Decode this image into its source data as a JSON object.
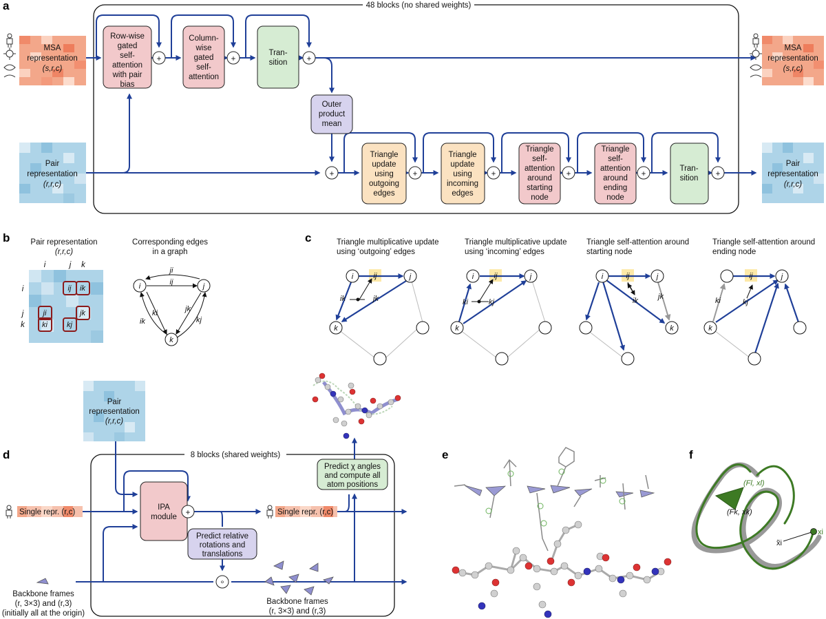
{
  "panels": {
    "a": "a",
    "b": "b",
    "c": "c",
    "d": "d",
    "e": "e",
    "f": "f"
  },
  "panel_a": {
    "container_title": "48 blocks (no shared weights)",
    "msa_in": [
      "MSA",
      "representation",
      "(s,r,c)"
    ],
    "msa_out": [
      "MSA",
      "representation",
      "(s,r,c)"
    ],
    "pair_in": [
      "Pair",
      "representation",
      "(r,r,c)"
    ],
    "pair_out": [
      "Pair",
      "representation",
      "(r,r,c)"
    ],
    "row_attention": [
      "Row-wise",
      "gated",
      "self-",
      "attention",
      "with pair",
      "bias"
    ],
    "col_attention": [
      "Column-",
      "wise",
      "gated",
      "self-",
      "attention"
    ],
    "msa_transition": [
      "Tran-",
      "sition"
    ],
    "outer_product": [
      "Outer",
      "product",
      "mean"
    ],
    "tri_out": [
      "Triangle",
      "update",
      "using",
      "outgoing",
      "edges"
    ],
    "tri_in": [
      "Triangle",
      "update",
      "using",
      "incoming",
      "edges"
    ],
    "tri_att_start": [
      "Triangle",
      "self-",
      "attention",
      "around",
      "starting",
      "node"
    ],
    "tri_att_end": [
      "Triangle",
      "self-",
      "attention",
      "around",
      "ending",
      "node"
    ],
    "pair_transition": [
      "Tran-",
      "sition"
    ],
    "plus": "+"
  },
  "panel_b": {
    "matrix_title": [
      "Pair representation",
      "(r,r,c)"
    ],
    "graph_title": [
      "Corresponding edges",
      "in a graph"
    ],
    "col_labels": [
      "i",
      "j",
      "k"
    ],
    "row_labels": [
      "i",
      "j",
      "k"
    ],
    "cells": [
      "ij",
      "ik",
      "ji",
      "jk",
      "ki",
      "kj"
    ],
    "nodes": [
      "i",
      "j",
      "k"
    ],
    "edges": [
      "ji",
      "ij",
      "ki",
      "ik",
      "jk",
      "kj"
    ]
  },
  "panel_c": {
    "titles": [
      [
        "Triangle multiplicative update",
        "using ‘outgoing’ edges"
      ],
      [
        "Triangle multiplicative update",
        "using ‘incoming’ edges"
      ],
      [
        "Triangle self-attention around",
        "starting node"
      ],
      [
        "Triangle self-attention around",
        "ending node"
      ]
    ],
    "node_i": "i",
    "node_j": "j",
    "node_k": "k",
    "edge_ij": "ij",
    "g1": [
      "ik",
      "jk"
    ],
    "g2": [
      "ki",
      "kj"
    ],
    "g3": [
      "ik",
      "jk"
    ],
    "g4": [
      "ki",
      "kj"
    ]
  },
  "panel_d": {
    "pair": [
      "Pair",
      "representation",
      "(r,r,c)"
    ],
    "container_title": "8 blocks (shared weights)",
    "ipa": [
      "IPA",
      "module"
    ],
    "predict_rot": [
      "Predict relative",
      "rotations and",
      "translations"
    ],
    "predict_chi": [
      "Predict χ angles",
      "and compute all",
      "atom positions"
    ],
    "single_in": "Single repr. (r,c)",
    "single_out": "Single repr. (r,c)",
    "backbone_in": [
      "Backbone frames",
      "(r, 3×3) and (r,3)",
      "(initially all at the origin)"
    ],
    "backbone_out": [
      "Backbone frames",
      "(r, 3×3) and (r,3)"
    ],
    "plus": "+",
    "compose": "∘"
  },
  "panel_f": {
    "label_top": "(Fl, xl)",
    "label_mid": "(Fk, xk)",
    "label_x_tilde": "x̃i",
    "label_x": "xi"
  },
  "colors": {
    "arrow": "#1f3f98",
    "red_box": "#f2c9cb",
    "green_box": "#d6ecd3",
    "purple_box": "#d7d3ee",
    "orange_box": "#fbe2c1",
    "highlight": "#fde9a8",
    "dark_red": "#8b1a1a",
    "protein_green": "#3d7a24"
  }
}
